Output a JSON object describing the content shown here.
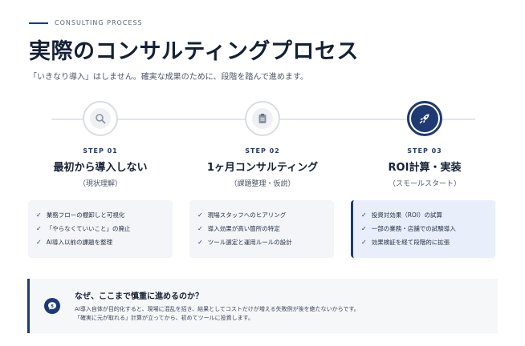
{
  "header": {
    "eyebrow": "CONSULTING PROCESS",
    "title": "実際のコンサルティングプロセス",
    "subtitle": "「いきなり導入」はしません。確実な成果のために、段階を踏んで進めます。"
  },
  "steps": [
    {
      "label": "STEP 01",
      "title": "最初から導入しない",
      "sub": "（現状理解）",
      "icon": "search-icon",
      "items": [
        "業務フローの棚卸しと可視化",
        "「やらなくていいこと」の廃止",
        "AI導入以前の課題を整理"
      ]
    },
    {
      "label": "STEP 02",
      "title": "1ヶ月コンサルティング",
      "sub": "（課題整理・仮説）",
      "icon": "clipboard-icon",
      "items": [
        "現場スタッフへのヒアリング",
        "導入効果が高い箇所の特定",
        "ツール選定と運用ルールの設計"
      ]
    },
    {
      "label": "STEP 03",
      "title": "ROI計算・実装",
      "sub": "（スモールスタート）",
      "icon": "rocket-icon",
      "items": [
        "投資対効果（ROI）の試算",
        "一部の業務・店舗での試験導入",
        "効果検証を経て段階的に拡張"
      ]
    }
  ],
  "note": {
    "icon": "dollar-comment-icon",
    "title": "なぜ、ここまで慎重に進めるのか？",
    "line1": "AI導入自体が目的化すると、現場に混乱を招き、結果としてコストだけが増える失敗例が後を絶たないからです。",
    "line2": "「確実に元が取れる」計算が立ってから、初めてツールに投資します。"
  },
  "colors": {
    "accent": "#1f3a73",
    "card_bg": "#f3f5f8",
    "card_active_bg": "#e8effb",
    "muted_icon": "#8a93a3"
  }
}
